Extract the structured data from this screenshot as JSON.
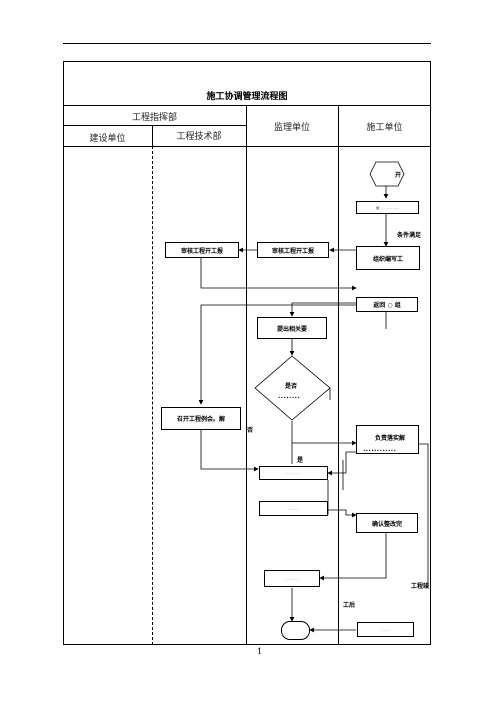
{
  "title": "施工协调管理流程图",
  "columns": {
    "hq": "工程指挥部",
    "owner": "建设单位",
    "tech": "工程技术部",
    "supervisor": "监理单位",
    "contractor": "施工单位"
  },
  "nodes": {
    "start": "开",
    "submit_request": "施 ............",
    "compile": "组织编写工",
    "supervisor_review": "审核工程开工报",
    "tech_review": "审核工程开工报",
    "return_box": "返回 ○ 组",
    "propose": "提出相关要",
    "decision_title": "是否",
    "decision_sub": "........",
    "meeting": "召开工程例会。解",
    "implement": "负责落实解",
    "implement_sub": "............",
    "yes_box": "...........",
    "check_box": "........",
    "confirm": "确认整改完",
    "report_box": "..........",
    "final_box": "......",
    "end": ""
  },
  "labels": {
    "conditions": "条件满足",
    "no": "否",
    "yes": "是",
    "completion1": "工程竣",
    "completion2": "工后",
    "page_number": "1"
  }
}
